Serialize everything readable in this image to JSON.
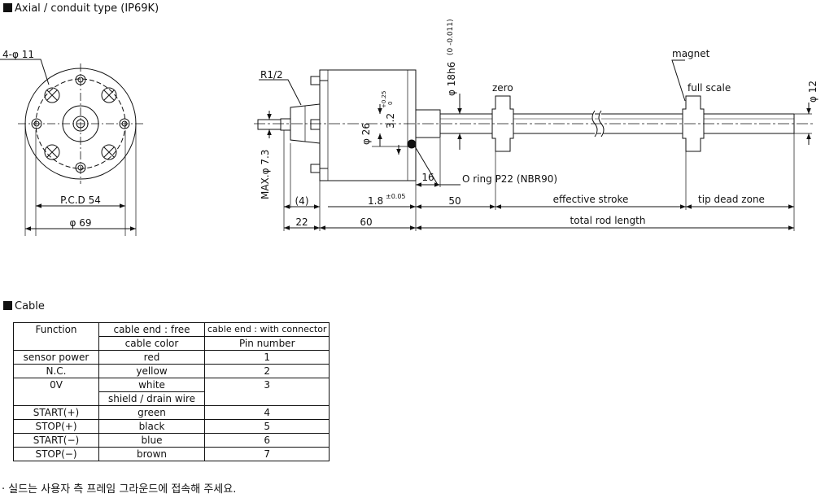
{
  "headers": {
    "axial": "Axial / conduit type (IP69K)",
    "cable": "Cable"
  },
  "front_view": {
    "holes": "4-φ 11",
    "pcd": "P.C.D 54",
    "diameter": "φ 69"
  },
  "side_view": {
    "thread": "R1/2",
    "max_dia": "MAX.φ 7.3",
    "body_dia": "φ 26",
    "offset_main": "3.2",
    "offset_tol_upper": "+0.25",
    "offset_tol_lower": "0",
    "rod_dia": "φ 18h6",
    "rod_tol": "(0 -0.011)",
    "zero": "zero",
    "magnet": "magnet",
    "full_scale": "full scale",
    "tip_dia": "φ 12",
    "oring": "O ring P22 (NBR90)",
    "dim_16": "16",
    "dim_4": "(4)",
    "dim_1_8": "1.8",
    "dim_1_8_tol": "±0.05",
    "dim_50": "50",
    "effective_stroke": "effective stroke",
    "tip_dead_zone": "tip dead zone",
    "dim_22": "22",
    "dim_60": "60",
    "total_rod_length": "total rod length"
  },
  "cable_table": {
    "headers": [
      [
        "Function",
        "cable end : free",
        "cable end : with connector"
      ],
      [
        "",
        "cable color",
        "Pin number"
      ]
    ],
    "rows": [
      {
        "function": "sensor power",
        "color": "red",
        "pin": "1"
      },
      {
        "function": "N.C.",
        "color": "yellow",
        "pin": "2"
      },
      {
        "function": "0V",
        "color": "white",
        "color2": "shield / drain wire",
        "pin": "3"
      },
      {
        "function": "START(+)",
        "color": "green",
        "pin": "4"
      },
      {
        "function": "STOP(+)",
        "color": "black",
        "pin": "5"
      },
      {
        "function": "START(−)",
        "color": "blue",
        "pin": "6"
      },
      {
        "function": "STOP(−)",
        "color": "brown",
        "pin": "7"
      }
    ]
  },
  "note": "· 실드는 사용자 측 프레임 그라운드에 접속해 주세요."
}
